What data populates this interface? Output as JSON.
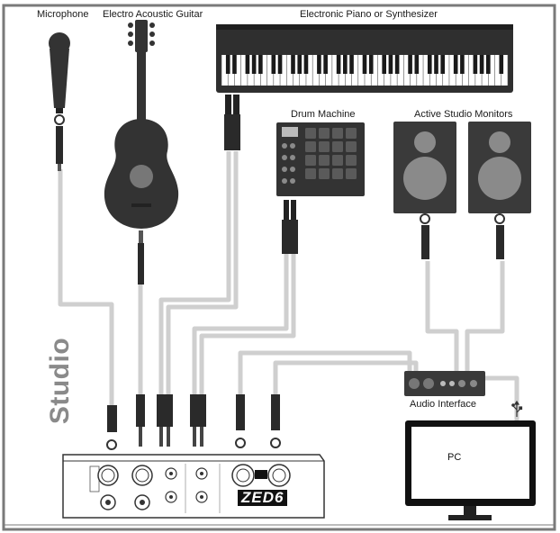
{
  "labels": {
    "microphone": "Microphone",
    "guitar": "Electro Acoustic Guitar",
    "piano": "Electronic Piano or Synthesizer",
    "drum_machine": "Drum Machine",
    "monitors": "Active Studio Monitors",
    "audio_interface": "Audio Interface",
    "pc": "PC",
    "studio": "Studio",
    "mixer_model": "ZED6"
  },
  "colors": {
    "device": "#3a3a3a",
    "cable": "#c8c8c8",
    "frame": "#7a7a7a",
    "label_gray": "#8a8a8a"
  },
  "icons": [
    "usb-icon"
  ]
}
